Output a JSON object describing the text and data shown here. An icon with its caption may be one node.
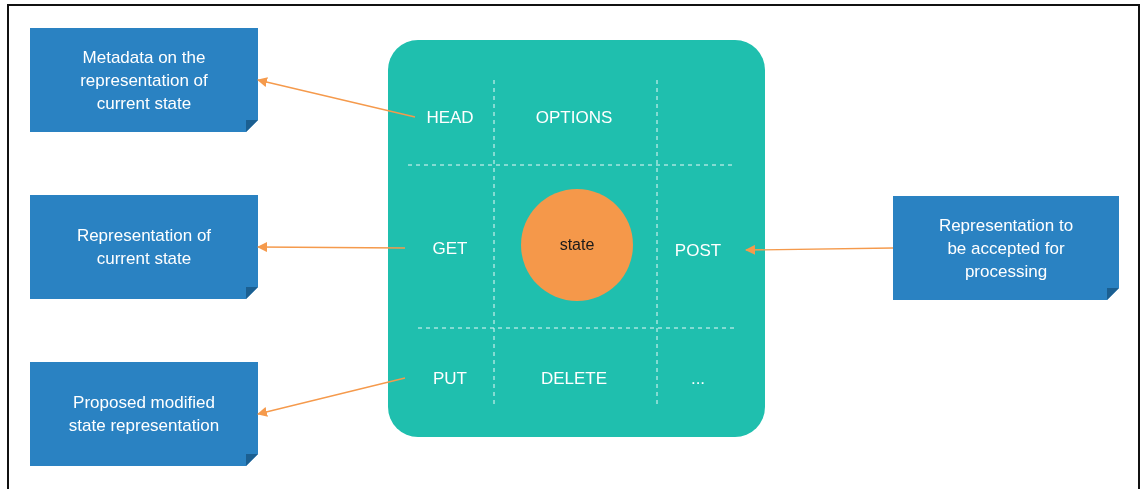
{
  "diagram": {
    "nodes": [
      {
        "text": [],
        "shape": "box"
      },
      {
        "text": [
          "HEAD"
        ],
        "in": 0
      },
      {
        "text": [
          "OPTIONS"
        ],
        "in": 0
      },
      {
        "text": [
          "GET"
        ],
        "in": 0
      },
      {
        "text": [
          "state"
        ],
        "in": 0
      },
      {
        "text": [
          "POST"
        ],
        "in": 0
      },
      {
        "text": [
          "PUT"
        ],
        "in": 0
      },
      {
        "text": [
          "DELETE"
        ],
        "in": 0
      },
      {
        "text": [
          "..."
        ],
        "in": 0
      },
      {
        "text": [
          "Metadata on the representation of current state"
        ]
      },
      {
        "text": [
          "Representation of current state"
        ]
      },
      {
        "text": [
          "Proposed modified state representation"
        ]
      },
      {
        "text": [
          "Representation to be accepted for processing"
        ]
      }
    ],
    "edges": [
      {
        "from": 1,
        "to": 9,
        "arrow": "to"
      },
      {
        "from": 3,
        "to": 10,
        "arrow": "to"
      },
      {
        "from": 6,
        "to": 11,
        "arrow": "to"
      },
      {
        "from": 12,
        "to": 5,
        "arrow": "to"
      }
    ]
  }
}
